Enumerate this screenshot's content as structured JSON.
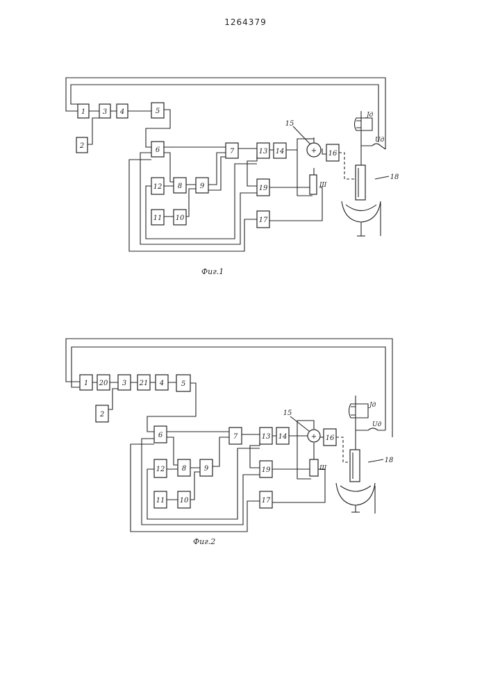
{
  "document": {
    "number": "1264379"
  },
  "fig1": {
    "caption": "Фиг.1",
    "blocks": [
      "1",
      "2",
      "3",
      "4",
      "5",
      "6",
      "7",
      "8",
      "9",
      "10",
      "11",
      "12",
      "13",
      "14",
      "16",
      "17",
      "19"
    ],
    "pointer_labels": {
      "motor": "15",
      "electrode": "18"
    },
    "terminal_labels": {
      "current": "Jд",
      "voltage": "Uд",
      "shunt": "Ш"
    }
  },
  "fig2": {
    "caption": "Фиг.2",
    "blocks": [
      "1",
      "20",
      "3",
      "21",
      "4",
      "5",
      "2",
      "6",
      "7",
      "13",
      "14",
      "16",
      "8",
      "9",
      "12",
      "19",
      "11",
      "10",
      "17"
    ],
    "pointer_labels": {
      "motor": "15",
      "electrode": "18"
    },
    "terminal_labels": {
      "current": "Jд",
      "voltage": "Uд",
      "shunt": "Ш"
    }
  }
}
